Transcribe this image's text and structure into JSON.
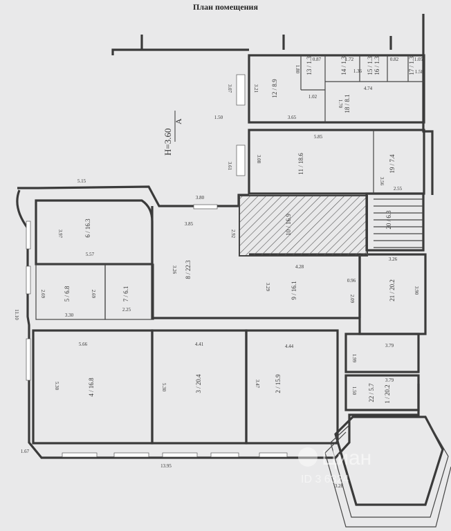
{
  "title": "План помещения",
  "section_mark": {
    "letter": "А",
    "height": "H=3.60"
  },
  "watermark": {
    "brand": "Циан",
    "id": "ID 3  6324"
  },
  "rooms": [
    {
      "num": "1",
      "area": "20.2"
    },
    {
      "num": "2",
      "area": "15.9"
    },
    {
      "num": "3",
      "area": "20.4"
    },
    {
      "num": "4",
      "area": "16.8"
    },
    {
      "num": "5",
      "area": "6.8"
    },
    {
      "num": "6",
      "area": "16.3"
    },
    {
      "num": "7",
      "area": "6.1"
    },
    {
      "num": "8",
      "area": "22.3"
    },
    {
      "num": "9",
      "area": "16.1"
    },
    {
      "num": "10",
      "area": "16.9"
    },
    {
      "num": "11",
      "area": "18.6"
    },
    {
      "num": "12",
      "area": "8.9"
    },
    {
      "num": "13",
      "area": "1.3"
    },
    {
      "num": "14",
      "area": "1.3"
    },
    {
      "num": "15",
      "area": "1.3"
    },
    {
      "num": "16",
      "area": "1.3"
    },
    {
      "num": "17",
      "area": "1.3"
    },
    {
      "num": "18",
      "area": "8.1"
    },
    {
      "num": "19",
      "area": "7.4"
    },
    {
      "num": "20",
      "area": "6.3"
    },
    {
      "num": "21",
      "area": "20.2"
    },
    {
      "num": "22",
      "area": "5.7"
    }
  ],
  "dimensions": [
    "0.87",
    "1.72",
    "0.82",
    "1.05",
    "1.80",
    "1.36",
    "1.58",
    "1.02",
    "4.74",
    "3.07",
    "3.21",
    "1.70",
    "1.50",
    "3.65",
    "5.85",
    "3.08",
    "3.61",
    "3.56",
    "2.55",
    "5.15",
    "3.80",
    "3.85",
    "2.92",
    "3.97",
    "5.57",
    "4.28",
    "3.26",
    "3.26",
    "0.96",
    "3.90",
    "2.69",
    "2.69",
    "3.29",
    "2.09",
    "11.10",
    "3.30",
    "2.25",
    "5.66",
    "4.41",
    "4.44",
    "3.79",
    "1.99",
    "5.30",
    "5.30",
    "3.47",
    "3.79",
    "1.50",
    "1.67",
    "13.95",
    "3.28"
  ]
}
